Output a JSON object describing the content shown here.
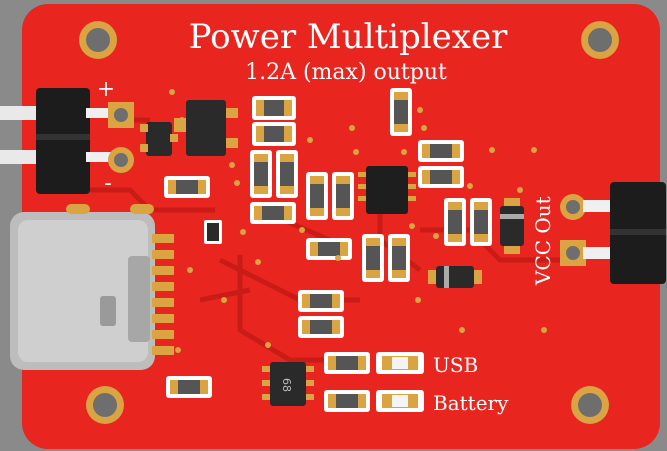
{
  "board": {
    "title": "Power Multiplexer",
    "subtitle": "1.2A (max) output",
    "plus_label": "+",
    "minus_label": "-",
    "vcc_label": "VCC Out",
    "usb_label": "USB",
    "battery_label": "Battery",
    "chip_marking": "68"
  },
  "colors": {
    "pcb": "#e8261f",
    "pcb_dark": "#b81612",
    "copper": "#d9a441",
    "silkscreen": "#ffffff",
    "background": "#8a8a8a"
  }
}
